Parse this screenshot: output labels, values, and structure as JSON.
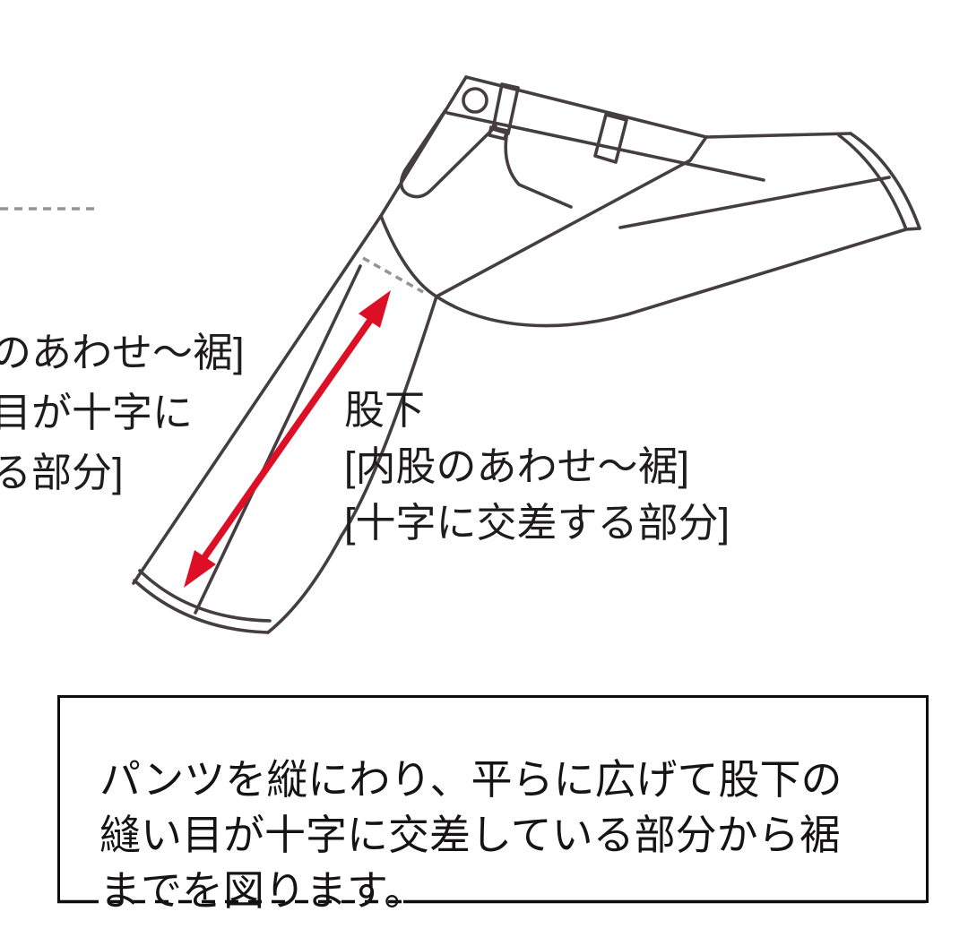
{
  "figure": {
    "description_visible_only": "pants measurement diagram",
    "left_label_partial": {
      "line1": "のあわせ〜裾]",
      "line2": "目が十字に",
      "line3": "る部分]"
    },
    "inseam_label": {
      "title": "股下",
      "line2": "[内股のあわせ〜裾]",
      "line3": "[十字に交差する部分]"
    },
    "note_box": {
      "line1": "パンツを縦にわり、平らに広げて股下の",
      "line2": "縫い目が十字に交差している部分から裾",
      "line3": "までを図ります。"
    }
  },
  "icons": {
    "inseam_measure_arrow": "double-headed-arrow",
    "pants_outline": "folded-pants-line-drawing"
  },
  "colors": {
    "background": "#ffffff",
    "line_art": "#453e40",
    "arrow_red": "#dd0f26",
    "dash_gray": "#989296",
    "dash_black": "#0c0c0c",
    "text": "#1e1c1d",
    "box_border": "#0c0c0c"
  }
}
